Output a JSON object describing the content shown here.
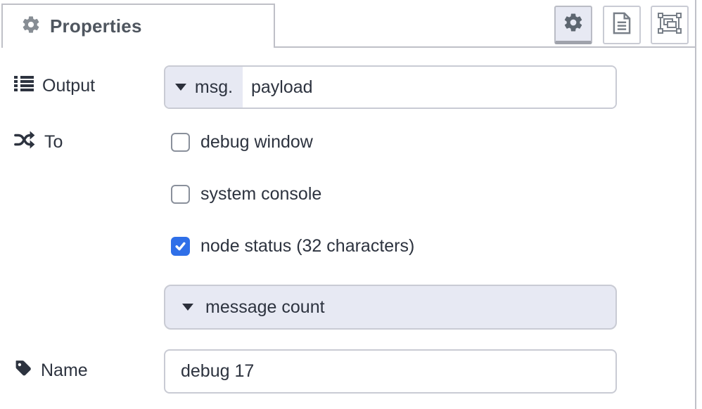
{
  "tab": {
    "title": "Properties",
    "icon": "gear-icon"
  },
  "toolbar": {
    "buttons": [
      {
        "id": "properties",
        "icon": "gear-icon",
        "selected": true
      },
      {
        "id": "description",
        "icon": "file-text-icon",
        "selected": false
      },
      {
        "id": "appearance",
        "icon": "object-group-icon",
        "selected": false
      }
    ]
  },
  "form": {
    "output": {
      "label": "Output",
      "icon": "list-icon",
      "type_prefix": "msg.",
      "value": "payload"
    },
    "to": {
      "label": "To",
      "icon": "shuffle-icon",
      "options": [
        {
          "label": "debug window",
          "checked": false
        },
        {
          "label": "system console",
          "checked": false
        },
        {
          "label": "node status (32 characters)",
          "checked": true
        }
      ]
    },
    "status_source": {
      "value": "message count"
    },
    "name": {
      "label": "Name",
      "icon": "tag-icon",
      "value": "debug 17"
    }
  },
  "colors": {
    "accent_lavender": "#e7e9f3",
    "checkbox_checked": "#2f6fe8",
    "input_border": "#c9cbd4",
    "tab_border": "#bfc0c7",
    "text": "#2d333f",
    "title": "#4f565f"
  }
}
